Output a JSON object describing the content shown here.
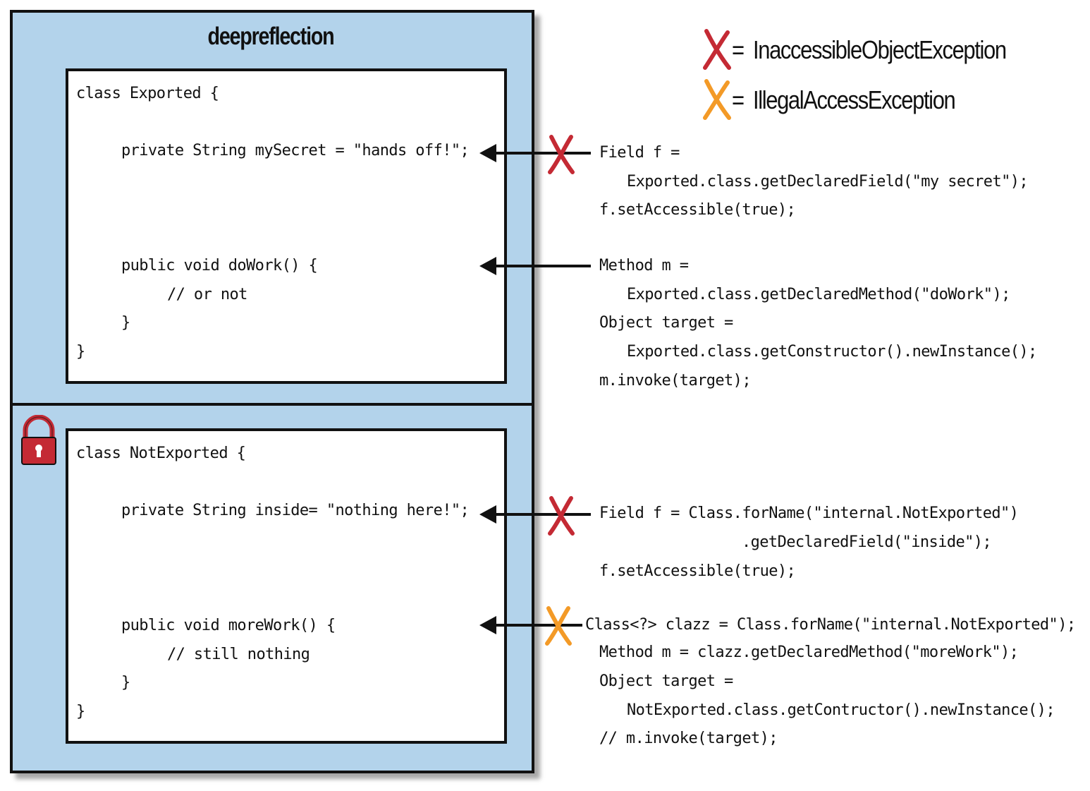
{
  "module": {
    "title": "deepreflection"
  },
  "legend": {
    "red_label": "InaccessibleObjectException",
    "orange_label": "IllegalAccessException",
    "equals": "=",
    "colors": {
      "red": "#c42a34",
      "orange": "#f39a27"
    }
  },
  "exported_class": {
    "line1": "class Exported {",
    "line2": "private String mySecret = \"hands off!\";",
    "line3": "public void doWork() {",
    "line4": "// or not",
    "line5": "}",
    "line6": "}"
  },
  "not_exported_class": {
    "line1": "class NotExported {",
    "line2": "private String inside= \"nothing here!\";",
    "line3": "public void moreWork() {",
    "line4": "// still nothing",
    "line5": "}",
    "line6": "}"
  },
  "snippets": {
    "s1": {
      "l1": "Field f =",
      "l2": "Exported.class.getDeclaredField(\"my secret\");",
      "l3": "f.setAccessible(true);"
    },
    "s2": {
      "l1": "Method m =",
      "l2": "Exported.class.getDeclaredMethod(\"doWork\");",
      "l3": "Object target =",
      "l4": "Exported.class.getConstructor().newInstance();",
      "l5": "m.invoke(target);"
    },
    "s3": {
      "l1": "Field f = Class.forName(\"internal.NotExported\")",
      "l2": ".getDeclaredField(\"inside\");",
      "l3": "f.setAccessible(true);"
    },
    "s4": {
      "l1": "Class<?> clazz = Class.forName(\"internal.NotExported\");",
      "l2": "Method m = clazz.getDeclaredMethod(\"moreWork\");",
      "l3": "Object target =",
      "l4": "NotExported.class.getContructor().newInstance();",
      "l5": "// m.invoke(target);"
    }
  },
  "lock_color": "#c42a34"
}
